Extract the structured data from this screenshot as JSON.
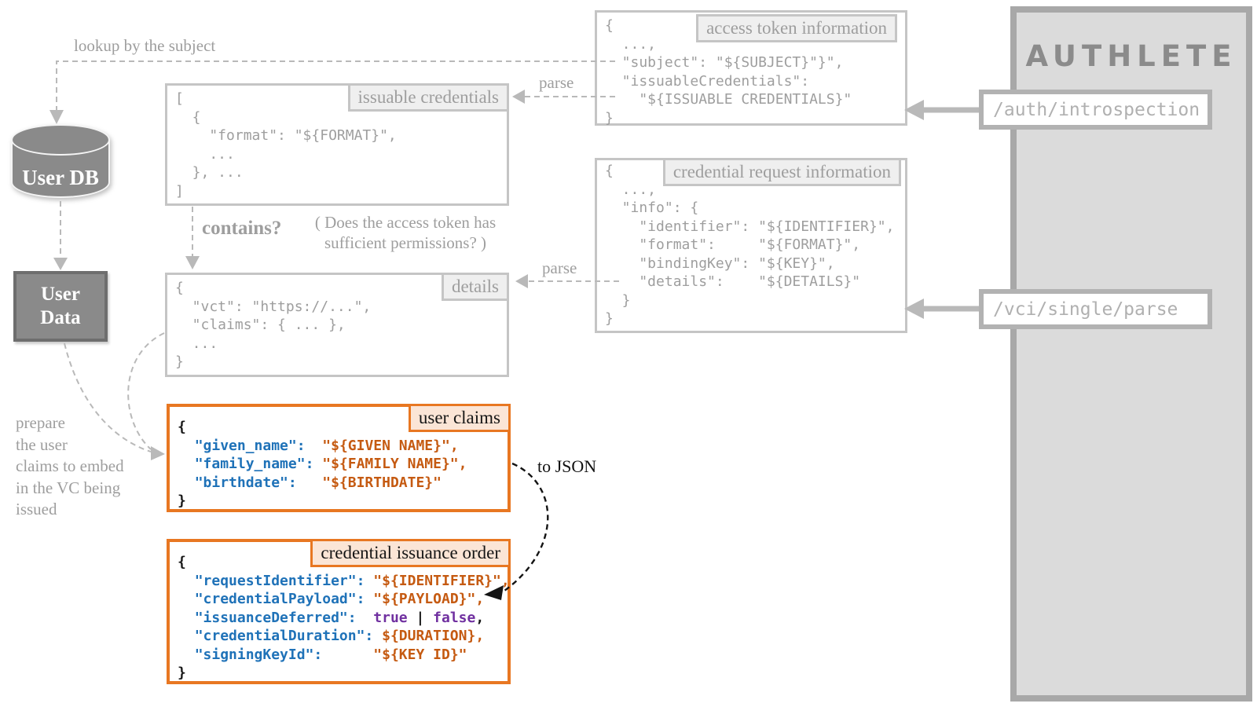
{
  "authlete": {
    "logo": "AUTHLETE",
    "endpoints": [
      {
        "path": "/auth/introspection"
      },
      {
        "path": "/vci/single/parse"
      }
    ]
  },
  "datastores": {
    "user_db": {
      "label": "User DB"
    },
    "user_data": {
      "label": "User\nData"
    }
  },
  "annotations": {
    "lookup_by_subject": "lookup by the subject",
    "parse_top": "parse",
    "parse_bottom": "parse",
    "contains": "contains?",
    "contains_note": "( Does the access token has\nsufficient permissions? )",
    "prepare_note": "prepare\nthe user\nclaims to embed\nin the VC being\nissued",
    "to_json": "to JSON"
  },
  "boxes": {
    "access_token_information": {
      "title": "access token information",
      "code": [
        "{",
        "  ...,",
        "  \"subject\": \"${SUBJECT}\"}\",",
        "  \"issuableCredentials\":",
        "    \"${ISSUABLE CREDENTIALS}\"",
        "}"
      ]
    },
    "issuable_credentials": {
      "title": "issuable credentials",
      "code": [
        "[",
        "  {",
        "    \"format\": \"${FORMAT}\",",
        "    ...",
        "  }, ...",
        "]"
      ]
    },
    "credential_request_information": {
      "title": "credential request information",
      "code": [
        "{",
        "  ...,",
        "  \"info\": {",
        "    \"identifier\": \"${IDENTIFIER}\",",
        "    \"format\":     \"${FORMAT}\",",
        "    \"bindingKey\": \"${KEY}\",",
        "    \"details\":    \"${DETAILS}\"",
        "  }",
        "}"
      ]
    },
    "details": {
      "title": "details",
      "code": [
        "{",
        "  \"vct\": \"https://...\",",
        "  \"claims\": { ... },",
        "  ...",
        "}"
      ]
    },
    "user_claims": {
      "title": "user claims",
      "code": [
        [
          {
            "t": "{"
          }
        ],
        [
          {
            "t": "  "
          },
          {
            "t": "\"given_name\":",
            "c": "key"
          },
          {
            "t": "  "
          },
          {
            "t": "\"${GIVEN NAME}\",",
            "c": "val"
          }
        ],
        [
          {
            "t": "  "
          },
          {
            "t": "\"family_name\":",
            "c": "key"
          },
          {
            "t": " "
          },
          {
            "t": "\"${FAMILY NAME}\",",
            "c": "val"
          }
        ],
        [
          {
            "t": "  "
          },
          {
            "t": "\"birthdate\":",
            "c": "key"
          },
          {
            "t": "   "
          },
          {
            "t": "\"${BIRTHDATE}\"",
            "c": "val"
          }
        ],
        [
          {
            "t": "}"
          }
        ]
      ]
    },
    "credential_issuance_order": {
      "title": "credential issuance order",
      "code": [
        [
          {
            "t": "{"
          }
        ],
        [
          {
            "t": "  "
          },
          {
            "t": "\"requestIdentifier\":",
            "c": "key"
          },
          {
            "t": " "
          },
          {
            "t": "\"${IDENTIFIER}\",",
            "c": "val"
          }
        ],
        [
          {
            "t": "  "
          },
          {
            "t": "\"credentialPayload\":",
            "c": "key"
          },
          {
            "t": " "
          },
          {
            "t": "\"${PAYLOAD}\",",
            "c": "val"
          }
        ],
        [
          {
            "t": "  "
          },
          {
            "t": "\"issuanceDeferred\":",
            "c": "key"
          },
          {
            "t": "  "
          },
          {
            "t": "true",
            "c": "bool"
          },
          {
            "t": " | "
          },
          {
            "t": "false",
            "c": "bool"
          },
          {
            "t": ","
          }
        ],
        [
          {
            "t": "  "
          },
          {
            "t": "\"credentialDuration\":",
            "c": "key"
          },
          {
            "t": " "
          },
          {
            "t": "${DURATION},",
            "c": "val"
          }
        ],
        [
          {
            "t": "  "
          },
          {
            "t": "\"signingKeyId\":",
            "c": "key"
          },
          {
            "t": "      "
          },
          {
            "t": "\"${KEY ID}\"",
            "c": "val"
          }
        ],
        [
          {
            "t": "}"
          }
        ]
      ]
    }
  },
  "colors": {
    "orange_border": "#e87722",
    "orange_label_bg": "#fbe5d6",
    "gray_border": "#c5c5c5",
    "gray_label_bg": "#efefef",
    "gray_text": "#9e9e9e",
    "key_blue": "#1f72b8",
    "value_orange": "#c55a11",
    "bool_purple": "#7030a0",
    "arrow_gray": "#b9b9b9",
    "node_gray": "#8a8a8a"
  }
}
